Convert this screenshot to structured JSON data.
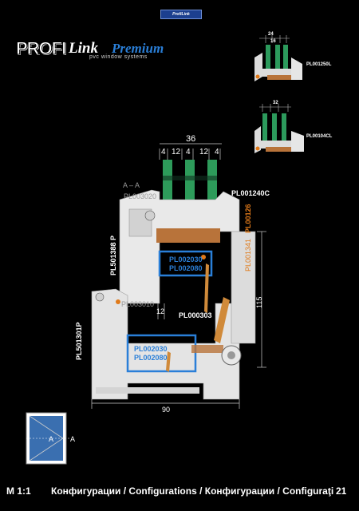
{
  "header": {
    "logo_text": "ProfiLink"
  },
  "brand": {
    "profi": "PROFI",
    "link": "Link",
    "premium": "Premium",
    "tagline": "pvc window systems"
  },
  "section": {
    "label": "A – A"
  },
  "thumbnails": [
    {
      "dims": [
        "24",
        "16"
      ],
      "code": "PL001250L"
    },
    {
      "dims": [
        "32"
      ],
      "code": "PL00104CL"
    }
  ],
  "dimensions": {
    "glass_total": "36",
    "glass_parts": [
      "4",
      "12",
      "4",
      "12",
      "4"
    ],
    "height": "115",
    "width": "90",
    "offset": "12"
  },
  "codes": {
    "PL003020": "PL003020",
    "PL001240C": "PL001240C",
    "PL501388P": "PL501388 P",
    "PL001341": "PL001341",
    "PL00126": "PL00126",
    "inner_1a": "PL002030",
    "inner_1b": "PL002080",
    "PL003010": "PL003010",
    "PL000303": "PL000303",
    "inner_2a": "PL002030",
    "inner_2b": "PL002080",
    "PL501301P": "PL501301P"
  },
  "legend": {
    "label": "A",
    "label2": "A"
  },
  "footer": {
    "scale": "M 1:1",
    "config": "Конфигурации / Configurations / Конфигурации / Configuraţi",
    "page": "21"
  }
}
